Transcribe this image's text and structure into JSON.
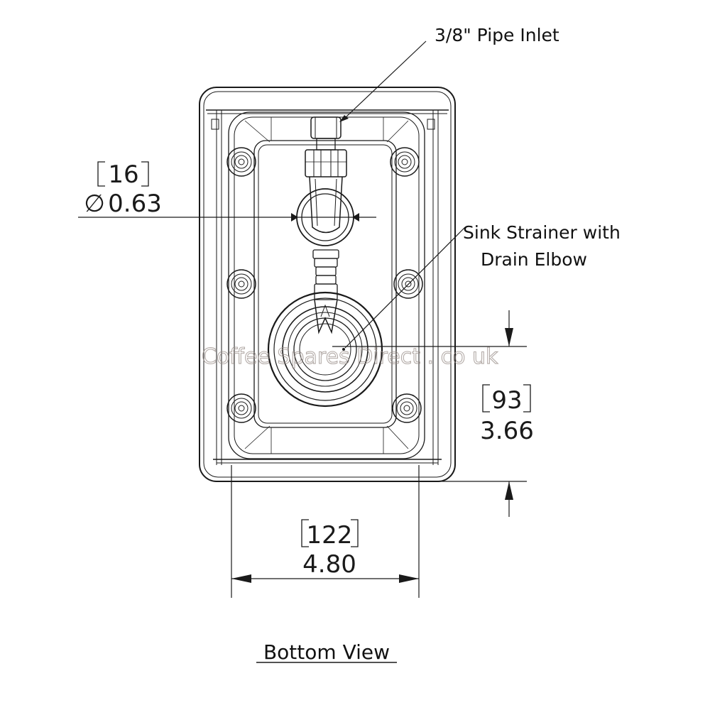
{
  "labels": {
    "pipe_inlet": "3/8\" Pipe Inlet",
    "strainer_line1": "Sink Strainer with",
    "strainer_line2": "Drain Elbow",
    "view_title": "Bottom View"
  },
  "dimensions": {
    "hole": {
      "metric": "16",
      "imperial": "0.63",
      "symbol": "∅"
    },
    "drain_offset": {
      "metric": "93",
      "imperial": "3.66"
    },
    "width": {
      "metric": "122",
      "imperial": "4.80"
    }
  },
  "watermark": "Coffee Spares Direct . co uk",
  "colors": {
    "line": "#1a1a1a",
    "watermark": "#9a8f8a"
  }
}
